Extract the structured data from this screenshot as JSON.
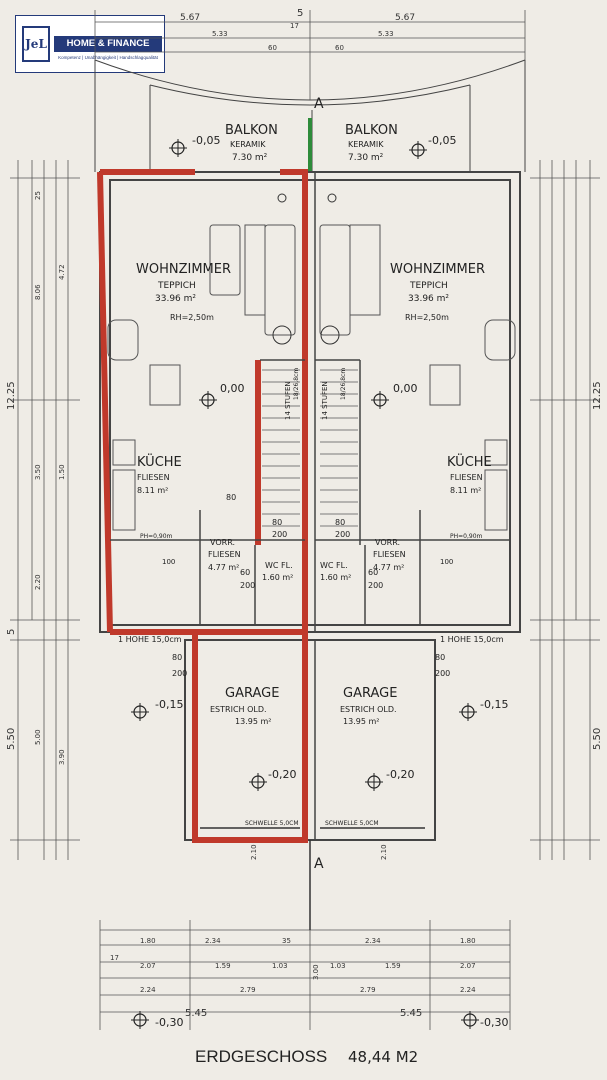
{
  "brand": {
    "logo_mark": "JeL",
    "name": "HOME & FINANCE",
    "tagline": "Kompetenz | Unabhängigkeit | Handschlagqualität"
  },
  "plan": {
    "title": "ERDGESCHOSS",
    "area_label": "48,44 M2",
    "rooms": [
      {
        "id": "balkon-left",
        "name": "BALKON",
        "material": "KERAMIK",
        "area": "7.30 m²",
        "level": "-0,05"
      },
      {
        "id": "balkon-right",
        "name": "BALKON",
        "material": "KERAMIK",
        "area": "7.30 m²",
        "level": "-0,05"
      },
      {
        "id": "wohnzimmer-left",
        "name": "WOHNZIMMER",
        "material": "TEPPICH",
        "area": "33.96 m²",
        "height": "RH=2,50m"
      },
      {
        "id": "wohnzimmer-right",
        "name": "WOHNZIMMER",
        "material": "TEPPICH",
        "area": "33.96 m²",
        "height": "RH=2,50m"
      },
      {
        "id": "kueche-left",
        "name": "KÜCHE",
        "material": "FLIESEN",
        "area": "8.11 m²"
      },
      {
        "id": "kueche-right",
        "name": "KÜCHE",
        "material": "FLIESEN",
        "area": "8.11 m²"
      },
      {
        "id": "vorraum-left",
        "name": "VORR.",
        "material": "FLIESEN",
        "area": "4.77 m²"
      },
      {
        "id": "vorraum-right",
        "name": "VORR.",
        "material": "FLIESEN",
        "area": "4.77 m²"
      },
      {
        "id": "wc-left",
        "name": "WC FL.",
        "area": "1.60 m²"
      },
      {
        "id": "wc-right",
        "name": "WC FL.",
        "area": "1.60 m²"
      },
      {
        "id": "garage-left",
        "name": "GARAGE",
        "material": "ESTRICH OLD.",
        "area": "13.95 m²",
        "level": "-0,20"
      },
      {
        "id": "garage-right",
        "name": "GARAGE",
        "material": "ESTRICH OLD.",
        "area": "13.95 m²",
        "level": "-0,20"
      }
    ],
    "levels": {
      "living": "0,00",
      "outside": "-0,15",
      "bottom": "-0,30"
    },
    "stairs_label": "14 STUFEN",
    "stair_dim": "18/26,8cm",
    "pantry_label": "PH=0,90m",
    "sill_label": "1 HOHE 15,0cm",
    "threshold_label": "SCHWELLE 5,0CM",
    "section_marker": "A",
    "door_80": "80",
    "door_200": "200",
    "door_60": "60",
    "door_100": "100",
    "dims": {
      "top_567": "5.67",
      "top_5": "5",
      "top_533": "5.33",
      "top_60": "60",
      "top_17": "17",
      "left_1225": "12.25",
      "left_806": "8.06",
      "left_472": "4.72",
      "left_350": "3.50",
      "left_150": "1.50",
      "left_220": "2.20",
      "left_5": "5",
      "left_550": "5.50",
      "left_500": "5.00",
      "left_390": "3.90",
      "left_25": "25",
      "right_1225": "12.25",
      "right_550": "5.50",
      "bot_234": "2.34",
      "bot_210": "2.10",
      "bot_180": "1.80",
      "bot_207": "2.07",
      "bot_159": "1.59",
      "bot_103": "1.03",
      "bot_224": "2.24",
      "bot_279": "2.79",
      "bot_545": "5.45",
      "bot_35": "35",
      "bot_17": "17",
      "bot_300": "3.00"
    }
  },
  "colors": {
    "line": "#3a3a3a",
    "red_wall": "#c0392b",
    "brand": "#243a7a",
    "divider_green": "#2e8b3a",
    "paper": "#efece6"
  }
}
